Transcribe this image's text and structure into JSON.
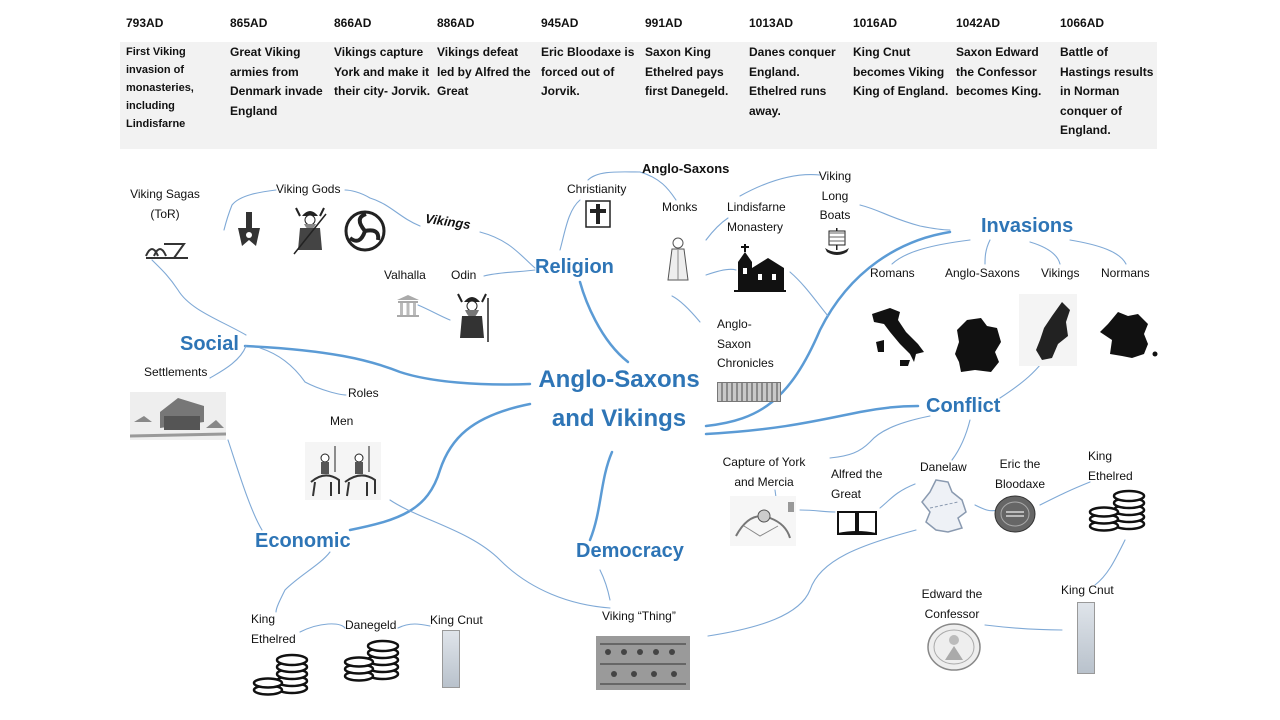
{
  "timeline": [
    {
      "year": "793AD",
      "event": "First Viking invasion of monasteries, including Lindisfarne"
    },
    {
      "year": "865AD",
      "event": "Great Viking armies from Denmark invade England"
    },
    {
      "year": "866AD",
      "event": "Vikings capture York and make it their city- Jorvik."
    },
    {
      "year": "886AD",
      "event": "Vikings defeat led  by Alfred the Great"
    },
    {
      "year": "945AD",
      "event": "Eric Bloodaxe is forced out of Jorvik."
    },
    {
      "year": "991AD",
      "event": "Saxon King Ethelred pays first Danegeld."
    },
    {
      "year": "1013AD",
      "event": "Danes conquer England. Ethelred runs away."
    },
    {
      "year": "1016AD",
      "event": "King Cnut becomes Viking King of England."
    },
    {
      "year": "1042AD",
      "event": "Saxon Edward the Confessor becomes King."
    },
    {
      "year": "1066AD",
      "event": "Battle of Hastings results in Norman conquer of England."
    }
  ],
  "center": {
    "line1": "Anglo-Saxons",
    "line2": "and Vikings"
  },
  "branches": {
    "religion": "Religion",
    "social": "Social",
    "economic": "Economic",
    "democracy": "Democracy",
    "invasions": "Invasions",
    "conflict": "Conflict"
  },
  "religion": {
    "vikings": "Vikings",
    "anglo_saxons": "Anglo-Saxons",
    "viking_sagas": "Viking Sagas (ToR)",
    "viking_gods": "Viking Gods",
    "valhalla": "Valhalla",
    "odin": "Odin",
    "christianity": "Christianity",
    "monks": "Monks",
    "lindisfarne": "Lindisfarne Monastery",
    "chronicles": "Anglo-Saxon Chronicles"
  },
  "invasions": {
    "long_boats": "Viking Long Boats",
    "romans": "Romans",
    "anglo_saxons": "Anglo-Saxons",
    "vikings": "Vikings",
    "normans": "Normans"
  },
  "social": {
    "settlements": "Settlements",
    "roles": "Roles",
    "men": "Men"
  },
  "economic": {
    "king_ethelred": "King Ethelred",
    "danegeld": "Danegeld",
    "king_cnut": "King Cnut"
  },
  "democracy": {
    "thing": "Viking “Thing”"
  },
  "conflict": {
    "york_mercia": "Capture of York and Mercia",
    "alfred": "Alfred the Great",
    "danelaw": "Danelaw",
    "eric": "Eric the Bloodaxe",
    "king_ethelred": "King Ethelred",
    "king_cnut": "King Cnut",
    "edward": "Edward the Confessor"
  },
  "colors": {
    "branch": "#2e75b6",
    "band": "#f2f2f2",
    "text": "#111111"
  }
}
